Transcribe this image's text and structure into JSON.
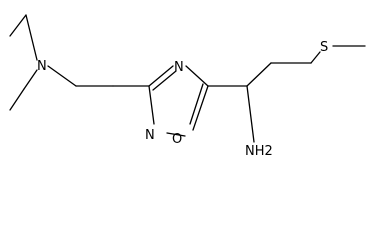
{
  "molecule": {
    "atoms": {
      "n_amine": "N",
      "n_ring_top": "N",
      "n_ring_bottom": "N",
      "o_ring": "O",
      "s_thioether": "S",
      "nh2": "NH2"
    }
  },
  "colors": {
    "bond": "#000000",
    "label": "#000000",
    "background": "#ffffff"
  }
}
